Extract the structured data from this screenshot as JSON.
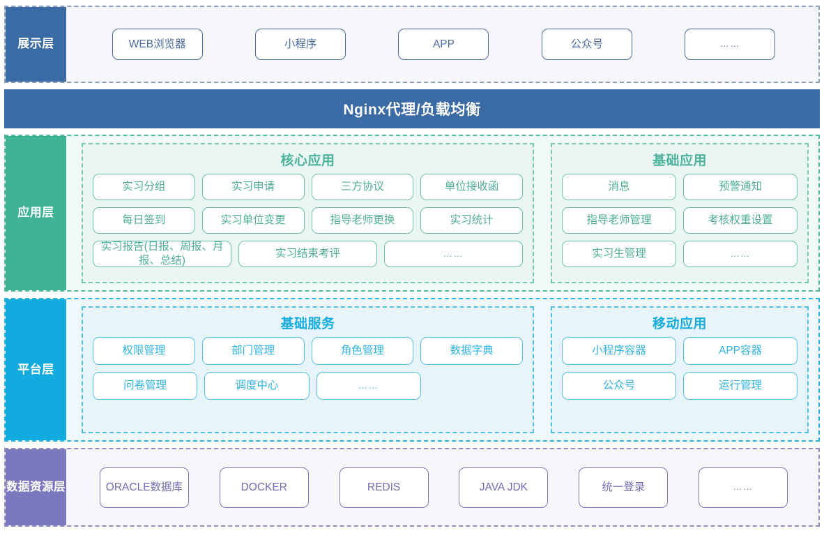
{
  "layers": {
    "presentation": {
      "label": "展示层",
      "accent": "#3a6ba5",
      "items": [
        {
          "label": "WEB浏览器"
        },
        {
          "label": "小程序"
        },
        {
          "label": "APP"
        },
        {
          "label": "公众号"
        },
        {
          "label": "……"
        }
      ]
    },
    "nginx": {
      "label": "Nginx代理/负载均衡",
      "accent": "#3a6ba5"
    },
    "application": {
      "label": "应用层",
      "accent": "#3fb494",
      "groups": [
        {
          "title": "核心应用",
          "rows": [
            [
              {
                "label": "实习分组"
              },
              {
                "label": "实习申请"
              },
              {
                "label": "三方协议"
              },
              {
                "label": "单位接收函"
              }
            ],
            [
              {
                "label": "每日签到"
              },
              {
                "label": "实习单位变更"
              },
              {
                "label": "指导老师更换"
              },
              {
                "label": "实习统计"
              }
            ],
            [
              {
                "label": "实习报告(日报、周报、月报、总结)",
                "span": 2
              },
              {
                "label": "实习结束考评"
              },
              {
                "label": "……"
              }
            ]
          ]
        },
        {
          "title": "基础应用",
          "rows": [
            [
              {
                "label": "消息"
              },
              {
                "label": "预警通知"
              }
            ],
            [
              {
                "label": "指导老师管理"
              },
              {
                "label": "考核权重设置"
              }
            ],
            [
              {
                "label": "实习生管理"
              },
              {
                "label": "……"
              }
            ]
          ]
        }
      ]
    },
    "platform": {
      "label": "平台层",
      "accent": "#13abdf",
      "groups": [
        {
          "title": "基础服务",
          "rows": [
            [
              {
                "label": "权限管理"
              },
              {
                "label": "部门管理"
              },
              {
                "label": "角色管理"
              },
              {
                "label": "数据字典"
              }
            ],
            [
              {
                "label": "问卷管理"
              },
              {
                "label": "调度中心"
              },
              {
                "label": "……"
              }
            ]
          ]
        },
        {
          "title": "移动应用",
          "rows": [
            [
              {
                "label": "小程序容器"
              },
              {
                "label": "APP容器"
              }
            ],
            [
              {
                "label": "公众号"
              },
              {
                "label": "运行管理"
              }
            ]
          ]
        }
      ]
    },
    "data_resource": {
      "label": "数据资\n源层",
      "label_line1": "数据资",
      "label_line2": "源层",
      "accent": "#7b79bd",
      "items": [
        {
          "label": "ORACLE数据库"
        },
        {
          "label": "DOCKER"
        },
        {
          "label": "REDIS"
        },
        {
          "label": "JAVA JDK"
        },
        {
          "label": "统一登录"
        },
        {
          "label": "……"
        }
      ]
    }
  }
}
